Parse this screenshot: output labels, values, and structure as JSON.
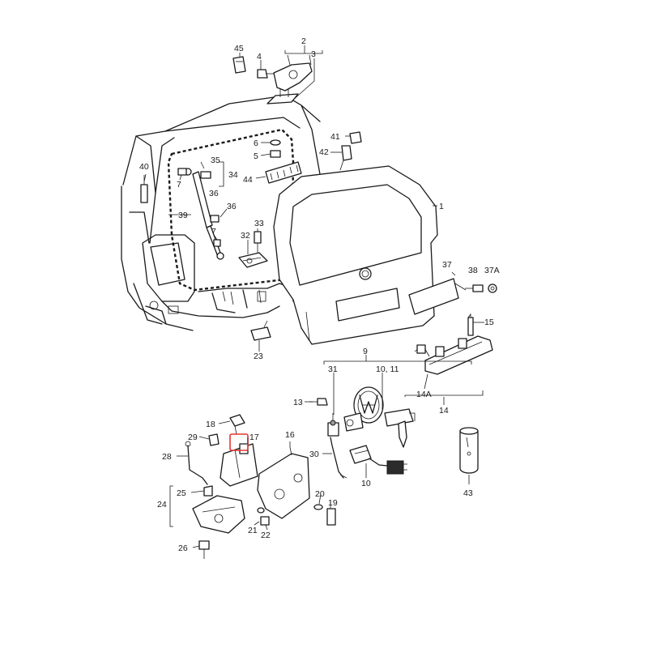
{
  "diagram": {
    "highlight_color": "#e8362e",
    "line_color": "#1a1a1a",
    "labels": [
      {
        "id": "45",
        "text": "45"
      },
      {
        "id": "4",
        "text": "4"
      },
      {
        "id": "2",
        "text": "2"
      },
      {
        "id": "3",
        "text": "3"
      },
      {
        "id": "41",
        "text": "41"
      },
      {
        "id": "6",
        "text": "6"
      },
      {
        "id": "5",
        "text": "5"
      },
      {
        "id": "42",
        "text": "42"
      },
      {
        "id": "35",
        "text": "35"
      },
      {
        "id": "34",
        "text": "34"
      },
      {
        "id": "36a",
        "text": "36"
      },
      {
        "id": "40",
        "text": "40"
      },
      {
        "id": "7a",
        "text": "7"
      },
      {
        "id": "44",
        "text": "44"
      },
      {
        "id": "1",
        "text": "1"
      },
      {
        "id": "39",
        "text": "39"
      },
      {
        "id": "36b",
        "text": "36"
      },
      {
        "id": "33",
        "text": "33"
      },
      {
        "id": "7b",
        "text": "7"
      },
      {
        "id": "32",
        "text": "32"
      },
      {
        "id": "37",
        "text": "37"
      },
      {
        "id": "38",
        "text": "38"
      },
      {
        "id": "37A",
        "text": "37A"
      },
      {
        "id": "15",
        "text": "15"
      },
      {
        "id": "23",
        "text": "23"
      },
      {
        "id": "9",
        "text": "9"
      },
      {
        "id": "31",
        "text": "31"
      },
      {
        "id": "10_11",
        "text": "10, 11"
      },
      {
        "id": "14A",
        "text": "14A"
      },
      {
        "id": "14",
        "text": "14"
      },
      {
        "id": "13",
        "text": "13"
      },
      {
        "id": "18",
        "text": "18"
      },
      {
        "id": "29",
        "text": "29"
      },
      {
        "id": "17",
        "text": "17"
      },
      {
        "id": "16",
        "text": "16"
      },
      {
        "id": "28",
        "text": "28"
      },
      {
        "id": "30",
        "text": "30"
      },
      {
        "id": "10b",
        "text": "10"
      },
      {
        "id": "25",
        "text": "25"
      },
      {
        "id": "24",
        "text": "24"
      },
      {
        "id": "20",
        "text": "20"
      },
      {
        "id": "19",
        "text": "19"
      },
      {
        "id": "21",
        "text": "21"
      },
      {
        "id": "22",
        "text": "22"
      },
      {
        "id": "26",
        "text": "26"
      },
      {
        "id": "43",
        "text": "43"
      }
    ]
  }
}
